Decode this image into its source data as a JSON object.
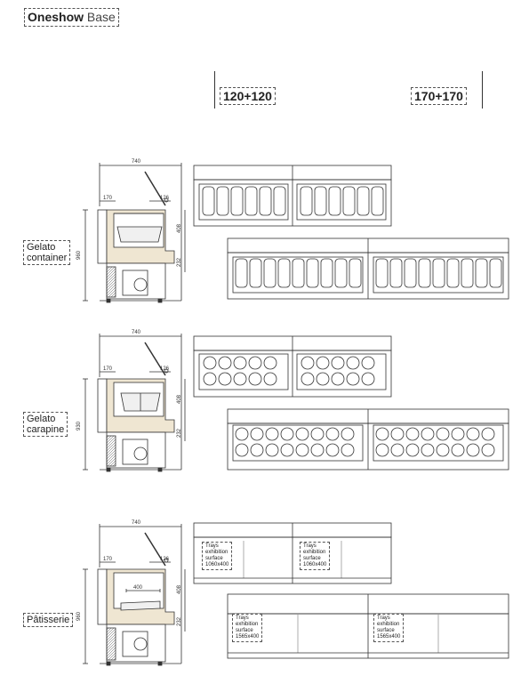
{
  "header": {
    "brand_bold": "Oneshow",
    "brand_light": "Base"
  },
  "models": [
    {
      "label": "120+120"
    },
    {
      "label": "170+170"
    }
  ],
  "rows": [
    {
      "id": "gelato-container",
      "label_lines": [
        "Gelato",
        "container"
      ],
      "dims": {
        "width": "740",
        "top": "126",
        "left": "170",
        "height": "960",
        "mid": "408",
        "low": "232"
      }
    },
    {
      "id": "gelato-carapine",
      "label_lines": [
        "Gelato",
        "carapine"
      ],
      "dims": {
        "width": "740",
        "top": "126",
        "left": "170",
        "height": "930",
        "mid": "408",
        "low": "232"
      }
    },
    {
      "id": "patisserie",
      "label_lines": [
        "Pâtisserie"
      ],
      "dims": {
        "width": "740",
        "top": "126",
        "left": "170",
        "height": "960",
        "mid": "408",
        "low": "232",
        "inner": "400"
      },
      "tray_notes": [
        [
          "Trays",
          "exhibition",
          "surface",
          "1060x400"
        ],
        [
          "Trays",
          "exhibition",
          "surface",
          "1060x400"
        ],
        [
          "Trays",
          "exhibition",
          "surface",
          "1565x400"
        ],
        [
          "Trays",
          "exhibition",
          "surface",
          "1565x400"
        ]
      ]
    }
  ],
  "colors": {
    "line": "#333333",
    "fill_beige": "#efe6d2",
    "panel_gray": "#f2f2f2"
  }
}
